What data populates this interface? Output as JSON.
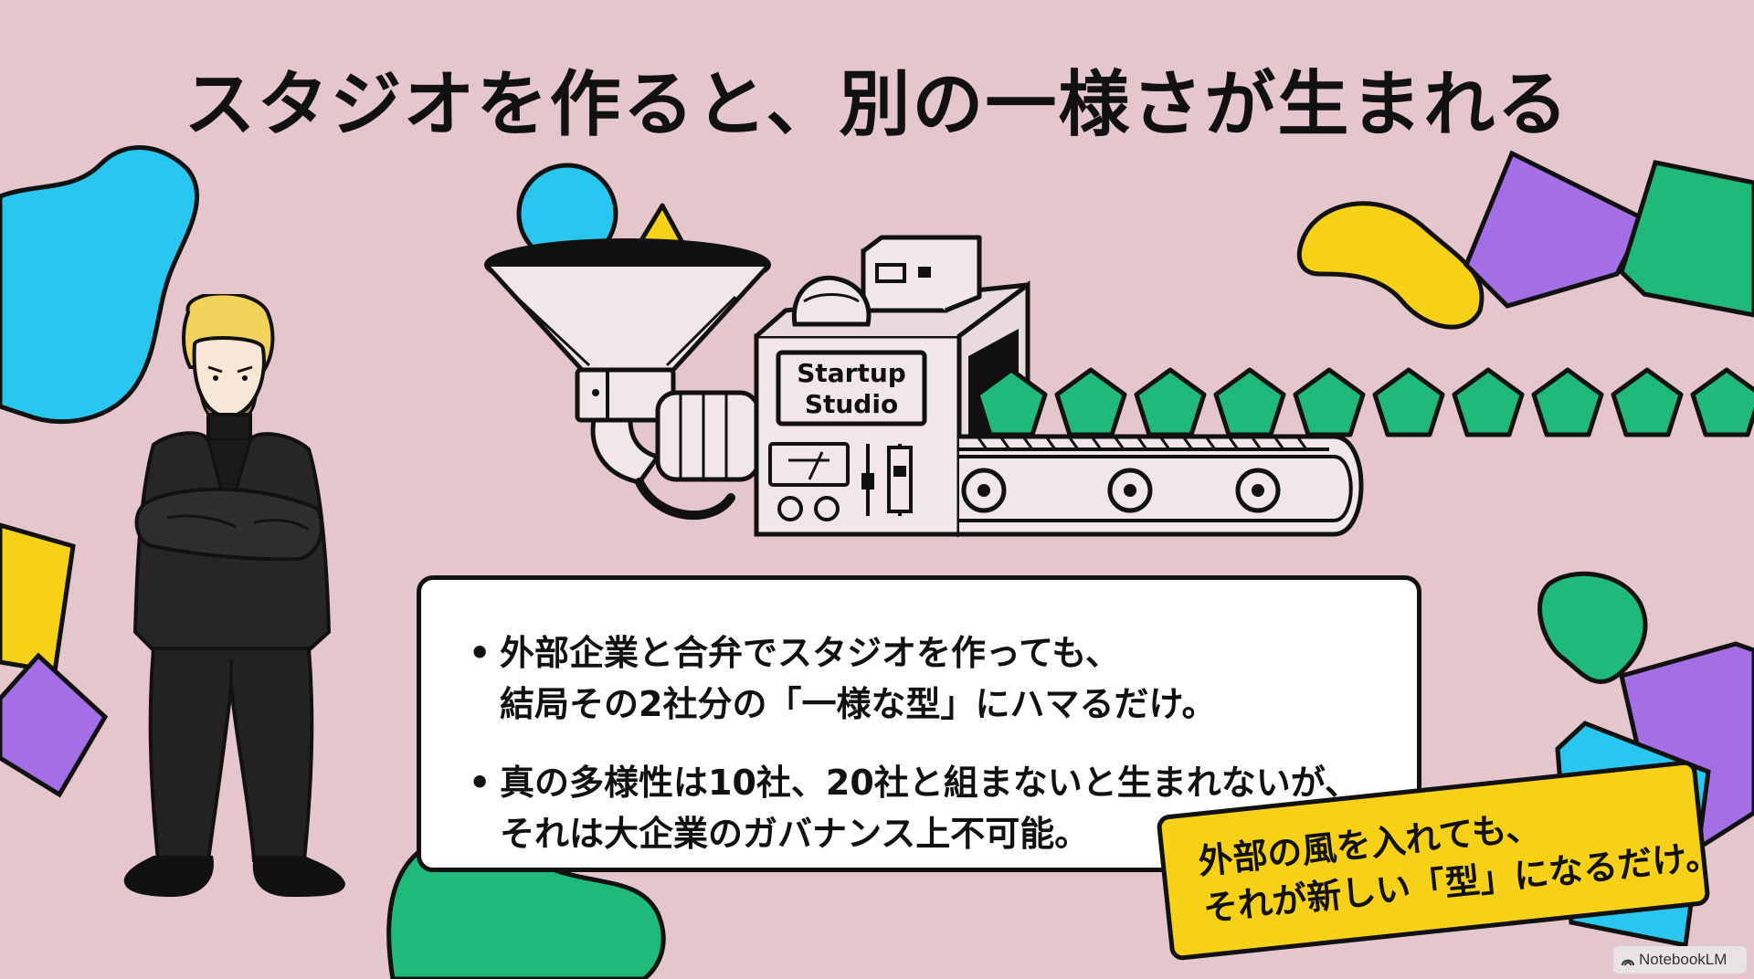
{
  "title": "スタジオを作ると、別の一様さが生まれる",
  "machine": {
    "label_line1": "Startup",
    "label_line2": "Studio"
  },
  "bullets": [
    {
      "lines": [
        "外部企業と合弁でスタジオを作っても、",
        "結局その2社分の「一様な型」にハマるだけ。"
      ]
    },
    {
      "lines": [
        "真の多様性は10社、20社と組まないと生まれないが、",
        "それは大企業のガバナンス上不可能。"
      ]
    }
  ],
  "callout": {
    "line1": "外部の風を入れても、",
    "line2": "それが新しい「型」になるだけ。"
  },
  "watermark": "NotebookLM",
  "colors": {
    "background": "#e4c6cc",
    "cyan": "#29c7f0",
    "yellow": "#f7d117",
    "green": "#1fb97a",
    "purple": "#a46ee6",
    "ink": "#111111"
  },
  "icons": [
    "funnel-icon",
    "startup-studio-machine-icon",
    "conveyor-belt-icon",
    "pentagon-icon",
    "businessman-illustration"
  ]
}
